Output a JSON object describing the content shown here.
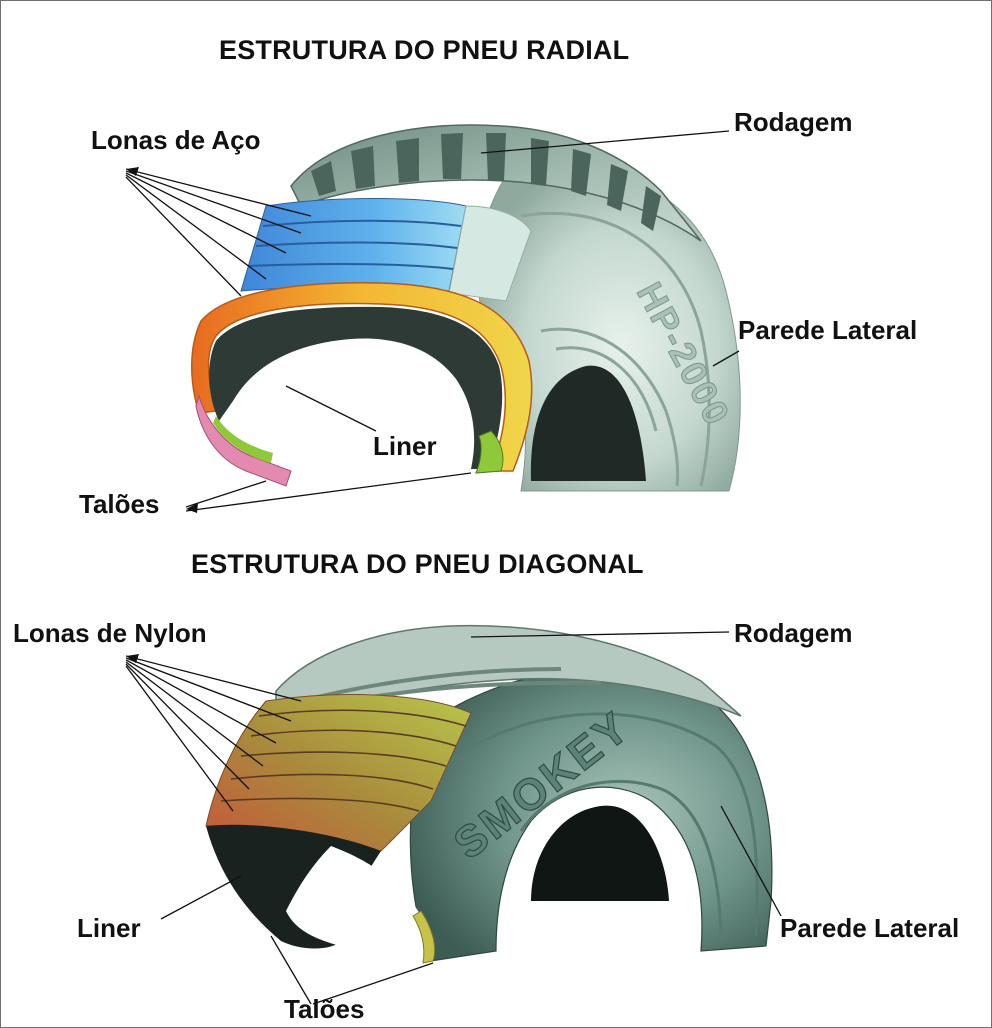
{
  "radial": {
    "title": "ESTRUTURA DO PNEU RADIAL",
    "labels": {
      "belts": "Lonas de Aço",
      "tread": "Rodagem",
      "sidewall": "Parede Lateral",
      "liner": "Liner",
      "beads": "Talões"
    }
  },
  "diagonal": {
    "title": "ESTRUTURA DO PNEU DIAGONAL",
    "labels": {
      "plies": "Lonas de Nylon",
      "tread": "Rodagem",
      "sidewall": "Parede Lateral",
      "liner": "Liner",
      "beads": "Talões"
    }
  },
  "sidewall_markings": {
    "radial": "HP-2000",
    "diagonal": "SMOKEY"
  },
  "colors": {
    "tire_light": "#cfe0d8",
    "tire_mid": "#9fb8ad",
    "tire_dark": "#3f5a52",
    "steel_belt": "#4f9fe6",
    "steel_belt_light": "#8fd3f4",
    "casing_orange": "#f08a1c",
    "casing_yellow": "#f3d13c",
    "bead_green": "#8fc93a",
    "bead_pink": "#e48ab0",
    "nylon_red": "#c8553a",
    "nylon_olive": "#a99a3c",
    "nylon_green": "#b8c64a"
  }
}
